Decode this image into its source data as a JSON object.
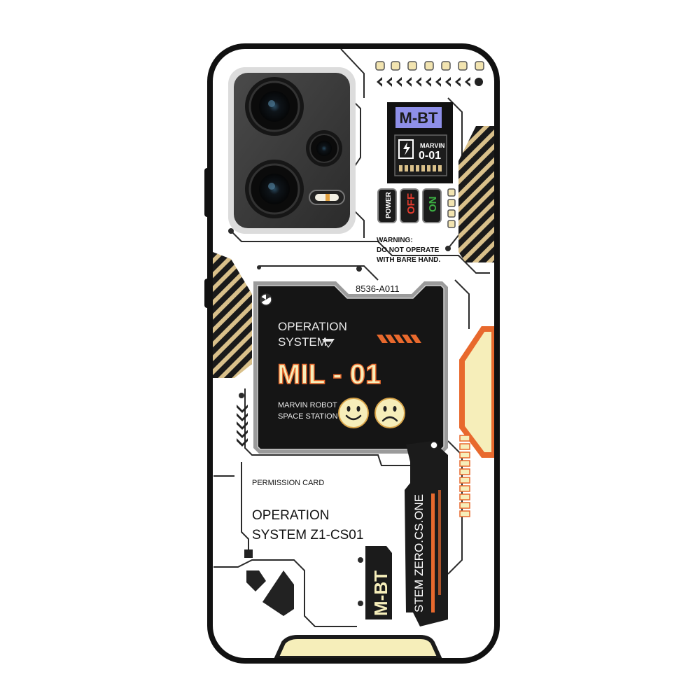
{
  "product": {
    "colors": {
      "case_rim": "#111111",
      "back": "#ffffff",
      "accent_orange": "#e8692d",
      "accent_cream": "#f6eeba",
      "panel_dark": "#1b1b1b",
      "stripe_gold": "#d9c08a",
      "label_blue": "#8e8fe8",
      "power_off": "#e63b2e",
      "power_on": "#3cb043"
    }
  },
  "labels": {
    "mbt_top": "M-BT",
    "marvin_line1": "MARVIN",
    "marvin_line2": "0-01",
    "power": "POWER",
    "off": "OFF",
    "on": "ON",
    "warning_l1": "WARNING:",
    "warning_l2": "DO NOT OPERATE",
    "warning_l3": "WITH BARE HAND.",
    "serial": "8536-A011",
    "screen_op_l1": "OPERATION",
    "screen_op_l2": "SYSTEM",
    "screen_big": "MIL - 01",
    "screen_sub_l1": "MARVIN ROBOT",
    "screen_sub_l2": "SPACE STATION",
    "permission": "PERMISSION CARD",
    "op_z1_l1": "OPERATION",
    "op_z1_l2": "SYSTEM Z1-CS01",
    "stem_vertical": "STEM ZERO.CS.ONE",
    "mbt_vertical": "M-BT"
  }
}
